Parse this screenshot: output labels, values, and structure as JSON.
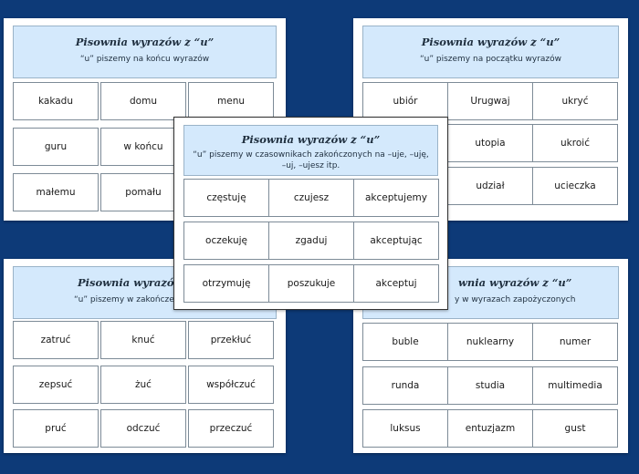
{
  "cards": [
    {
      "title": "Pisownia wyrazów z “u”",
      "subtitle": "“u” piszemy na końcu wyrazów",
      "words": [
        "kakadu",
        "domu",
        "menu",
        "guru",
        "w końcu",
        "",
        "małemu",
        "pomału",
        ""
      ]
    },
    {
      "title": "Pisownia wyrazów z “u”",
      "subtitle": "“u” piszemy na początku wyrazów",
      "words": [
        "ubiór",
        "Urugwaj",
        "ukryć",
        "",
        "utopia",
        "ukroić",
        "",
        "udział",
        "ucieczka"
      ]
    },
    {
      "title": "Pisownia wyrazów",
      "subtitle": "“u” piszemy w zakończe",
      "words": [
        "zatruć",
        "knuć",
        "przekłuć",
        "zepsuć",
        "żuć",
        "współczuć",
        "pruć",
        "odczuć",
        "przeczuć"
      ]
    },
    {
      "title": "wnia wyrazów z “u”",
      "subtitle": "y w wyrazach zapożyczonych",
      "words": [
        "buble",
        "nuklearny",
        "numer",
        "runda",
        "studia",
        "multimedia",
        "luksus",
        "entuzjazm",
        "gust"
      ]
    },
    {
      "title": "Pisownia wyrazów z “u”",
      "subtitle": "“u” piszemy w czasownikach zakończonych na –uje, –uję, –uj, –ujesz itp.",
      "words": [
        "częstuję",
        "czujesz",
        "akceptujemy",
        "oczekuję",
        "zgaduj",
        "akceptując",
        "otrzymuję",
        "poszukuje",
        "akceptuj"
      ]
    }
  ]
}
